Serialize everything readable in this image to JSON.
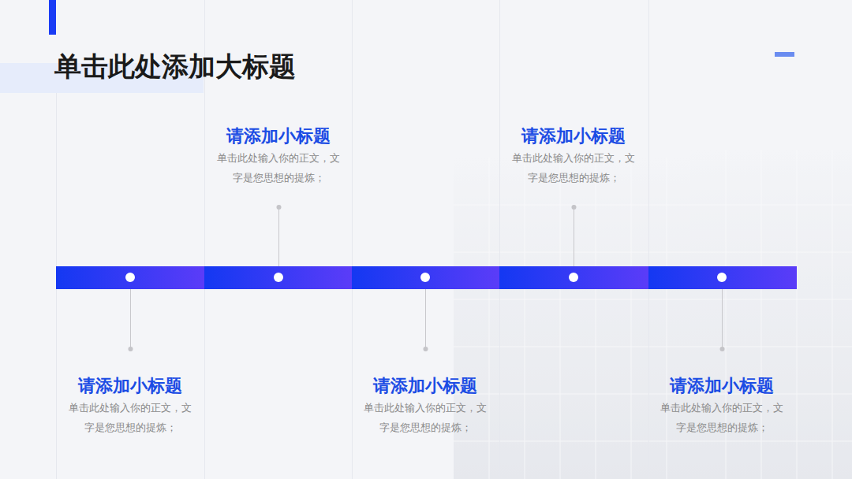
{
  "diagram": {
    "title": "单击此处添加大标题",
    "nodes": [
      {
        "text": [
          "请添加小标题",
          "单击此处输入你的正文，文字是您思想的提炼；"
        ]
      },
      {
        "text": [
          "请添加小标题",
          "单击此处输入你的正文，文字是您思想的提炼；"
        ]
      },
      {
        "text": [
          "请添加小标题",
          "单击此处输入你的正文，文字是您思想的提炼；"
        ]
      },
      {
        "text": [
          "请添加小标题",
          "单击此处输入你的正文，文字是您思想的提炼；"
        ]
      },
      {
        "text": [
          "请添加小标题",
          "单击此处输入你的正文，文字是您思想的提炼；"
        ]
      }
    ]
  }
}
